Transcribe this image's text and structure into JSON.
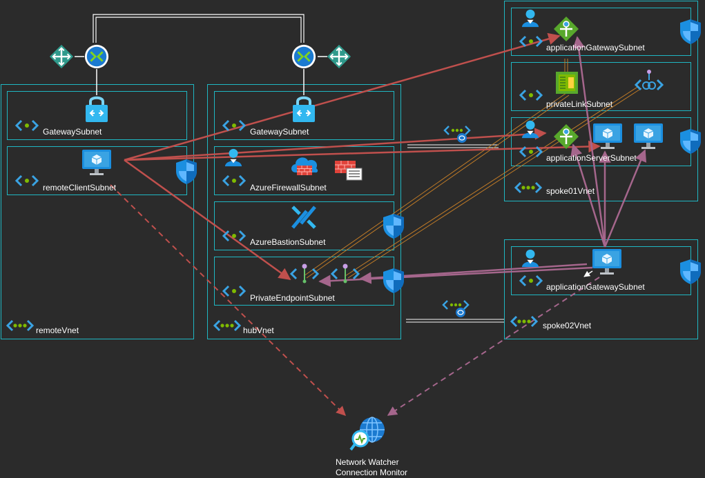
{
  "colors": {
    "background": "#2b2b2b",
    "box_border": "#1fb8c4",
    "flow_red": "#c0504d",
    "flow_purple": "#a5668c",
    "private_link": "#c07b27",
    "peering": "#d0d0d0"
  },
  "vnets": {
    "remote": "remoteVnet",
    "hub": "hubVnet",
    "spoke01": "spoke01Vnet",
    "spoke02": "spoke02Vnet"
  },
  "subnets": {
    "remote_gateway": "GatewaySubnet",
    "remote_client": "remoteClientSubnet",
    "hub_gateway": "GatewaySubnet",
    "hub_firewall": "AzureFirewallSubnet",
    "hub_bastion": "AzureBastionSubnet",
    "hub_private_endpoint": "PrivateEndpointSubnet",
    "spoke01_appgw": "applicationGatewaySubnet",
    "spoke01_privatelink": "privateLinkSubnet",
    "spoke01_appserver": "applicationServerSubnet",
    "spoke02_appgw": "applicationGatewaySubnet"
  },
  "monitor": {
    "line1": "Network Watcher",
    "line2": "Connection Monitor"
  },
  "icons": [
    "router-icon",
    "vpn-gateway-icon",
    "lock-icon",
    "virtual-machine-icon",
    "nsg-shield-icon",
    "subnet-icon",
    "vnet-icon",
    "user-icon",
    "firewall-icon",
    "bastion-icon",
    "private-endpoint-icon",
    "application-gateway-icon",
    "private-link-service-icon",
    "private-link-icon",
    "peering-icon",
    "network-watcher-icon"
  ]
}
